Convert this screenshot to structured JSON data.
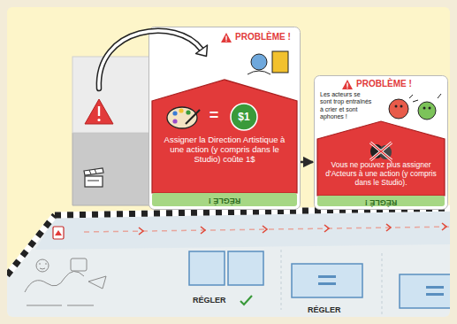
{
  "diagram": {
    "nodes": [
      {
        "text": [
          "PROBLÈME !",
          "=",
          "$1",
          "Assigner la Direction Artistique à une action (y compris dans le Studio) coûte 1$",
          "RÉGLÉ !"
        ]
      },
      {
        "text": [
          "PROBLÈME !",
          "Les acteurs se sont trop entraînés à crier et sont aphones !",
          "Vous ne pouvez plus assigner d'Acteurs à une action (y compris dans le Studio).",
          "RÉGLÉ !"
        ]
      }
    ],
    "edges": [
      {
        "from": 0,
        "to": 1,
        "arrow": "to"
      }
    ],
    "labels": [
      "RÉGLER",
      "RÉGLER"
    ]
  }
}
